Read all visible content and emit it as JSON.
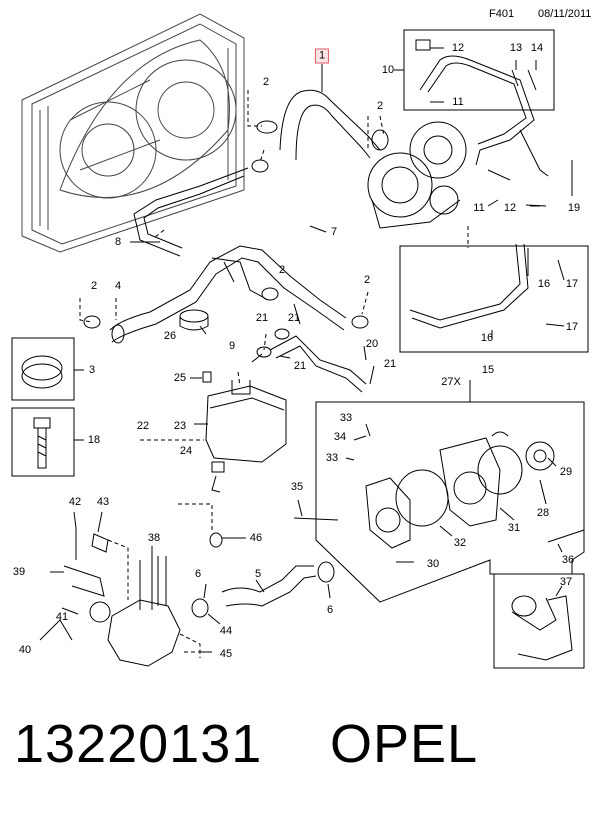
{
  "header": {
    "sheet": "F401",
    "date": "08/11/2011"
  },
  "callouts": [
    {
      "id": "c1",
      "text": "1",
      "boxed": true
    },
    {
      "id": "c2a",
      "text": "2"
    },
    {
      "id": "c2b",
      "text": "2"
    },
    {
      "id": "c2c",
      "text": "2"
    },
    {
      "id": "c2d",
      "text": "2"
    },
    {
      "id": "c2e",
      "text": "2"
    },
    {
      "id": "c3",
      "text": "3"
    },
    {
      "id": "c4",
      "text": "4"
    },
    {
      "id": "c5",
      "text": "5"
    },
    {
      "id": "c6a",
      "text": "6"
    },
    {
      "id": "c6b",
      "text": "6"
    },
    {
      "id": "c7",
      "text": "7"
    },
    {
      "id": "c8",
      "text": "8"
    },
    {
      "id": "c9",
      "text": "9"
    },
    {
      "id": "c10",
      "text": "10"
    },
    {
      "id": "c11a",
      "text": "11"
    },
    {
      "id": "c11b",
      "text": "11"
    },
    {
      "id": "c12a",
      "text": "12"
    },
    {
      "id": "c12b",
      "text": "12"
    },
    {
      "id": "c13",
      "text": "13"
    },
    {
      "id": "c14",
      "text": "14"
    },
    {
      "id": "c15",
      "text": "15"
    },
    {
      "id": "c16a",
      "text": "16"
    },
    {
      "id": "c16b",
      "text": "16"
    },
    {
      "id": "c17a",
      "text": "17"
    },
    {
      "id": "c17b",
      "text": "17"
    },
    {
      "id": "c18",
      "text": "18"
    },
    {
      "id": "c19",
      "text": "19"
    },
    {
      "id": "c20",
      "text": "20"
    },
    {
      "id": "c21a",
      "text": "21"
    },
    {
      "id": "c21b",
      "text": "21"
    },
    {
      "id": "c21c",
      "text": "21"
    },
    {
      "id": "c21d",
      "text": "21"
    },
    {
      "id": "c22",
      "text": "22"
    },
    {
      "id": "c23",
      "text": "23"
    },
    {
      "id": "c24",
      "text": "24"
    },
    {
      "id": "c25",
      "text": "25"
    },
    {
      "id": "c26",
      "text": "26"
    },
    {
      "id": "c27x",
      "text": "27X"
    },
    {
      "id": "c28",
      "text": "28"
    },
    {
      "id": "c29",
      "text": "29"
    },
    {
      "id": "c30",
      "text": "30"
    },
    {
      "id": "c31",
      "text": "31"
    },
    {
      "id": "c32",
      "text": "32"
    },
    {
      "id": "c33a",
      "text": "33"
    },
    {
      "id": "c33b",
      "text": "33"
    },
    {
      "id": "c34",
      "text": "34"
    },
    {
      "id": "c35",
      "text": "35"
    },
    {
      "id": "c36",
      "text": "36"
    },
    {
      "id": "c37",
      "text": "37"
    },
    {
      "id": "c38",
      "text": "38"
    },
    {
      "id": "c39",
      "text": "39"
    },
    {
      "id": "c40",
      "text": "40"
    },
    {
      "id": "c41",
      "text": "41"
    },
    {
      "id": "c42",
      "text": "42"
    },
    {
      "id": "c43",
      "text": "43"
    },
    {
      "id": "c44",
      "text": "44"
    },
    {
      "id": "c45",
      "text": "45"
    },
    {
      "id": "c46",
      "text": "46"
    }
  ],
  "footer": {
    "part_number": "13220131",
    "brand": "OPEL"
  }
}
